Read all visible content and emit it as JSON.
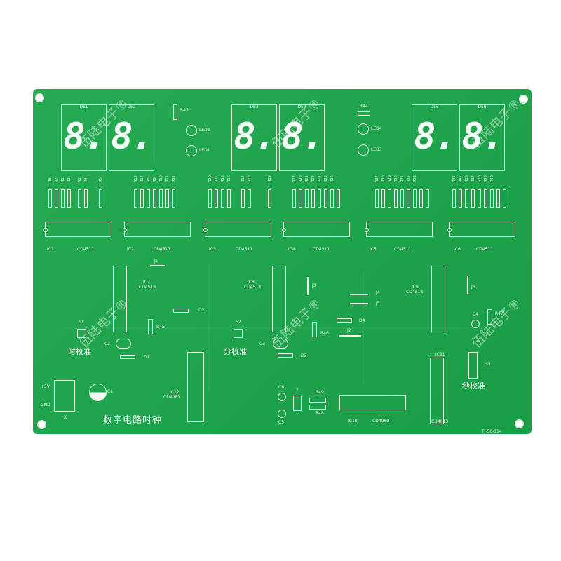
{
  "board": {
    "title": "数字电路时钟",
    "code": "TJ-56-314",
    "watermark": "伍陆电子®",
    "color": "#1aa54a",
    "silk_color": "#e9f7ec"
  },
  "displays": [
    {
      "label": "DS1",
      "digit": "8."
    },
    {
      "label": "DS2",
      "digit": "8."
    },
    {
      "label": "DS3",
      "digit": "8."
    },
    {
      "label": "DS4",
      "digit": "8."
    },
    {
      "label": "DS5",
      "digit": "8."
    },
    {
      "label": "DS6",
      "digit": "8."
    }
  ],
  "leds": [
    {
      "label": "LED2"
    },
    {
      "label": "LED1"
    },
    {
      "label": "LED4"
    },
    {
      "label": "LED3"
    }
  ],
  "resistor_labels": {
    "top": [
      "R43",
      "R44"
    ],
    "group1": [
      "R6",
      "R7",
      "R1",
      "R2",
      "R3",
      "R4",
      "R5"
    ],
    "group2": [
      "R13",
      "R14",
      "R8",
      "R9",
      "R10",
      "R11",
      "R12"
    ],
    "group3": [
      "R20",
      "R21",
      "R15",
      "R16",
      "R17",
      "R18",
      "R19"
    ],
    "group4": [
      "R27",
      "R28",
      "R22",
      "R23",
      "R24",
      "R25",
      "R26"
    ],
    "group5": [
      "R34",
      "R35",
      "R29",
      "R30",
      "R31",
      "R32",
      "R33"
    ],
    "group6": [
      "R41",
      "R42",
      "R36",
      "R37",
      "R38",
      "R39",
      "R40"
    ]
  },
  "decoders": [
    {
      "ic": "IC1",
      "part": "CD4511"
    },
    {
      "ic": "IC2",
      "part": "CD4511"
    },
    {
      "ic": "IC3",
      "part": "CD4511"
    },
    {
      "ic": "IC4",
      "part": "CD4511"
    },
    {
      "ic": "IC5",
      "part": "CD4511"
    },
    {
      "ic": "IC6",
      "part": "CD4511"
    }
  ],
  "counters": {
    "ic7": {
      "ic": "IC7",
      "part": "CD4518"
    },
    "ic8": {
      "ic": "IC8",
      "part": "CD4518"
    },
    "ic9": {
      "ic": "IC9",
      "part": "CD4518"
    },
    "ic10": {
      "ic": "IC10",
      "part": "CD4060"
    },
    "ic11": {
      "ic": "IC11",
      "part": "CD4013"
    },
    "ic12": {
      "ic": "IC12",
      "part": "CD4081"
    }
  },
  "buttons": {
    "s1": {
      "ref": "S1",
      "caption": "时校准"
    },
    "s2": {
      "ref": "S2",
      "caption": "分校准"
    },
    "s3": {
      "ref": "S3",
      "caption": "秒校准"
    }
  },
  "parts": {
    "j1": "J1",
    "j2": "J2",
    "j3": "J3",
    "j4": "J4",
    "j5": "J5",
    "j6": "J6",
    "d1": "D1",
    "d2": "D2",
    "d3": "D3",
    "d4": "D4",
    "r45": "R45",
    "r46": "R46",
    "r47": "R47",
    "r48": "R48",
    "r49": "R49",
    "c1": "C1",
    "c2": "C2",
    "c3": "C3",
    "c4": "C4",
    "c5": "C5",
    "c6": "C6",
    "y": "Y",
    "x": "X"
  },
  "power": {
    "plus": "+5V",
    "gnd": "GND"
  }
}
